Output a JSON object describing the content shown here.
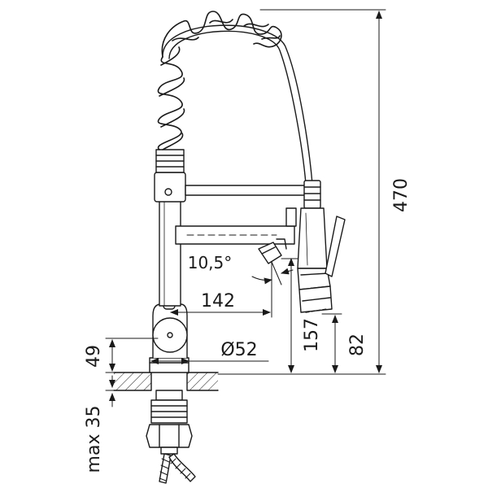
{
  "drawing": {
    "dimensions": {
      "overall_height": "470",
      "spout_reach": "142",
      "base_diameter": "Ø52",
      "spout_outlet_height": "157",
      "handspray_height": "82",
      "base_height": "49",
      "mounting_thickness": "max 35",
      "spout_angle": "10,5°"
    }
  },
  "colors": {
    "line": "#1a1a1a",
    "fill_light": "#ffffff",
    "fill_gray": "#d9d9d9"
  }
}
